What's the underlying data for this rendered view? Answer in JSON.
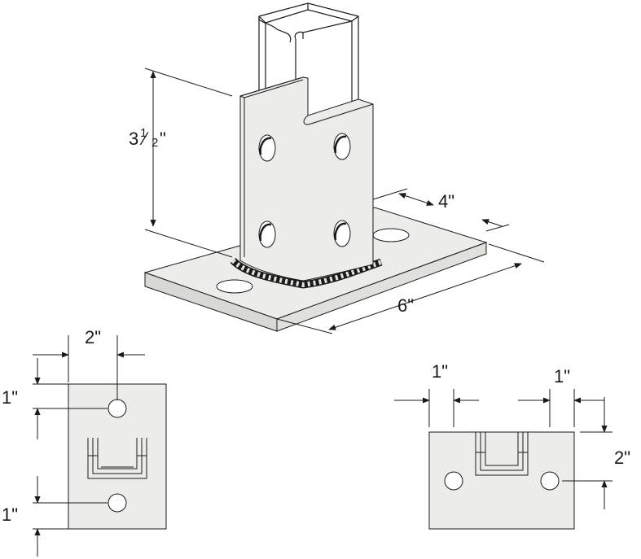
{
  "iso_view": {
    "height_label_main": "3",
    "height_label_num": "1",
    "height_label_frac": "⁄",
    "height_label_den": "2",
    "height_label_unit": "\"",
    "width_label": "4\"",
    "length_label": "6\""
  },
  "side_view": {
    "top_width_label": "2\"",
    "top_offset_label": "1\"",
    "bottom_offset_label": "1\""
  },
  "front_view": {
    "left_offset_label": "1\"",
    "right_offset_label": "1\"",
    "height_label": "2\""
  },
  "colors": {
    "fill": "#ececea",
    "fill_dark": "#d6d6d2",
    "line": "#1a1a1a"
  }
}
